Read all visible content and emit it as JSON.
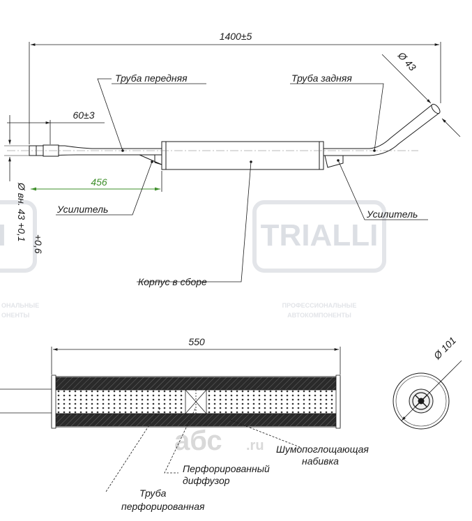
{
  "watermark": {
    "brand": "TRIALLI",
    "tagline_line1": "ПРОФЕССИОНАЛЬНЫЕ",
    "tagline_line2": "АВТОКОМПОНЕНТЫ",
    "left_brand_fragment": "ALLI",
    "left_tagline_line1": "ОНАЛЬНЫЕ",
    "left_tagline_line2": "ОНЕНТЫ",
    "shop_logo": "aбс.ru",
    "shop_logo_main": "aбс",
    "shop_logo_suffix": ".ru"
  },
  "top_view": {
    "dimensions": {
      "overall_length": "1400±5",
      "stub_length": "60±3",
      "front_to_body": "456",
      "inlet_diameter": "Ø вн. 43 +0,1",
      "inlet_tolerance": "+0,6",
      "outlet_diameter": "Ø 43"
    },
    "labels": {
      "front_pipe": "Труба передняя",
      "rear_pipe": "Труба задняя",
      "reinforcement_left": "Усилитель",
      "reinforcement_right": "Усилитель",
      "body_assembly": "Корпус в сборе"
    }
  },
  "section_view": {
    "dimensions": {
      "body_length": "550",
      "body_diameter": "Ø 101"
    },
    "labels": {
      "absorbing_packing_line1": "Шумопоглощающая",
      "absorbing_packing_line2": "набивка",
      "perforated_diffuser_line1": "Перфорированный",
      "perforated_diffuser_line2": "диффузор",
      "perforated_pipe_line1": "Труба",
      "perforated_pipe_line2": "перфорированная"
    }
  },
  "colors": {
    "line": "#1a1a1a",
    "dimension_accent": "#3e8f2a",
    "watermark": "#dcdfe4",
    "shop_logo": "#d9d9d9"
  }
}
